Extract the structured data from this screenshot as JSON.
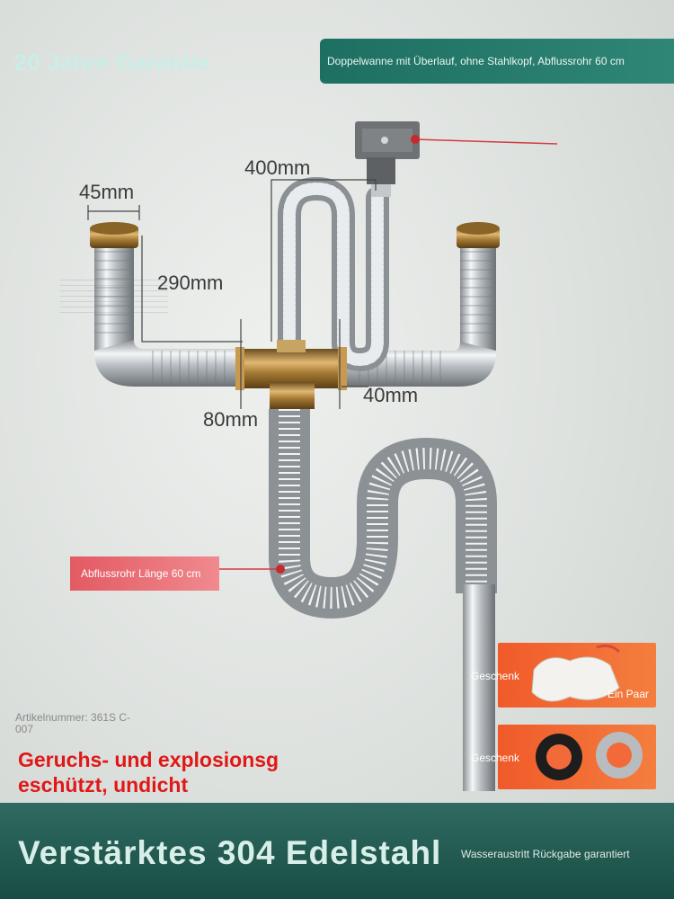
{
  "texts": {
    "guarantee": "20 Jahre Garantie",
    "top_banner": "Doppelwanne mit Überlauf, ohne Stahlkopf, Abflussrohr 60 cm",
    "dim_400": "400mm",
    "dim_45": "45mm",
    "dim_290": "290mm",
    "dim_40": "40mm",
    "dim_80": "80mm",
    "callout_drain": "Abflussrohr Länge 60 cm",
    "gift_1": "Geschenk",
    "gift_2": "Geschenk",
    "ein_paar": "Ein Paar",
    "article_number": "Artikelnummer: 361S C-007",
    "claim": "Geruchs- und explosionsg eschützt, undicht",
    "headline": "Verstärktes 304 Edelstahl",
    "guarantee_footer": "Wasseraustritt Rückgabe garantiert"
  },
  "colors": {
    "banner_green": "#1d6f62",
    "claim_red": "#e01818",
    "gift_orange": "#f05a2a",
    "callout_pink": "#e35a62"
  }
}
